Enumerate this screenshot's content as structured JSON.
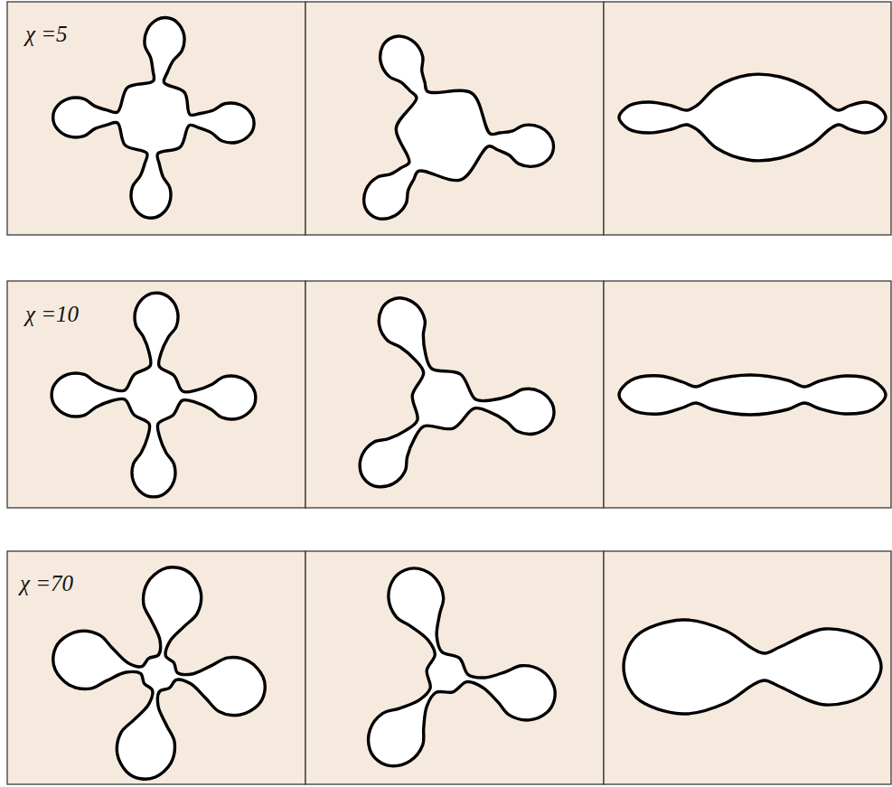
{
  "diagram": {
    "labels": [
      "χ =5",
      "χ =10",
      "χ =70"
    ]
  }
}
